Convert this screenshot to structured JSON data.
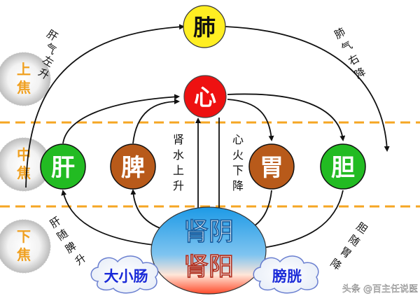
{
  "zones": [
    {
      "label1": "上",
      "label2": "焦"
    },
    {
      "label1": "中",
      "label2": "焦"
    },
    {
      "label1": "下",
      "label2": "焦"
    }
  ],
  "organs": {
    "lung": "肺",
    "heart": "心",
    "liver": "肝",
    "spleen": "脾",
    "stomach": "胃",
    "gallbladder": "胆",
    "kidney_line1": "肾阴",
    "kidney_line2": "肾阳",
    "small_large_intestine": "大小肠",
    "bladder": "膀胱"
  },
  "arrow_labels": {
    "liver_qi_left": [
      "肝",
      "气",
      "左",
      "升"
    ],
    "lung_qi_right": [
      "肺",
      "气",
      "右",
      "降"
    ],
    "kidney_water_rise": [
      "肾",
      "水",
      "上",
      "升"
    ],
    "heart_fire_descend": [
      "心",
      "火",
      "下",
      "降"
    ],
    "liver_follows_spleen": [
      "肝",
      "随",
      "脾",
      "升"
    ],
    "gallbladder_follows_stomach": [
      "胆",
      "随",
      "胃",
      "降"
    ]
  },
  "watermark": "头条 @百主任说医",
  "colors": {
    "lung": "#ffee22",
    "heart": "#ee1111",
    "liver": "#22bb22",
    "spleen": "#b85a1a",
    "stomach": "#b85a1a",
    "gallbladder": "#22bb22",
    "kidney_top": "#29a3e8",
    "kidney_bottom": "#ff5a3a",
    "zone_line": "#f5a623",
    "zone_text": "#f0a020",
    "intestine_text": "#1a2ad8"
  }
}
